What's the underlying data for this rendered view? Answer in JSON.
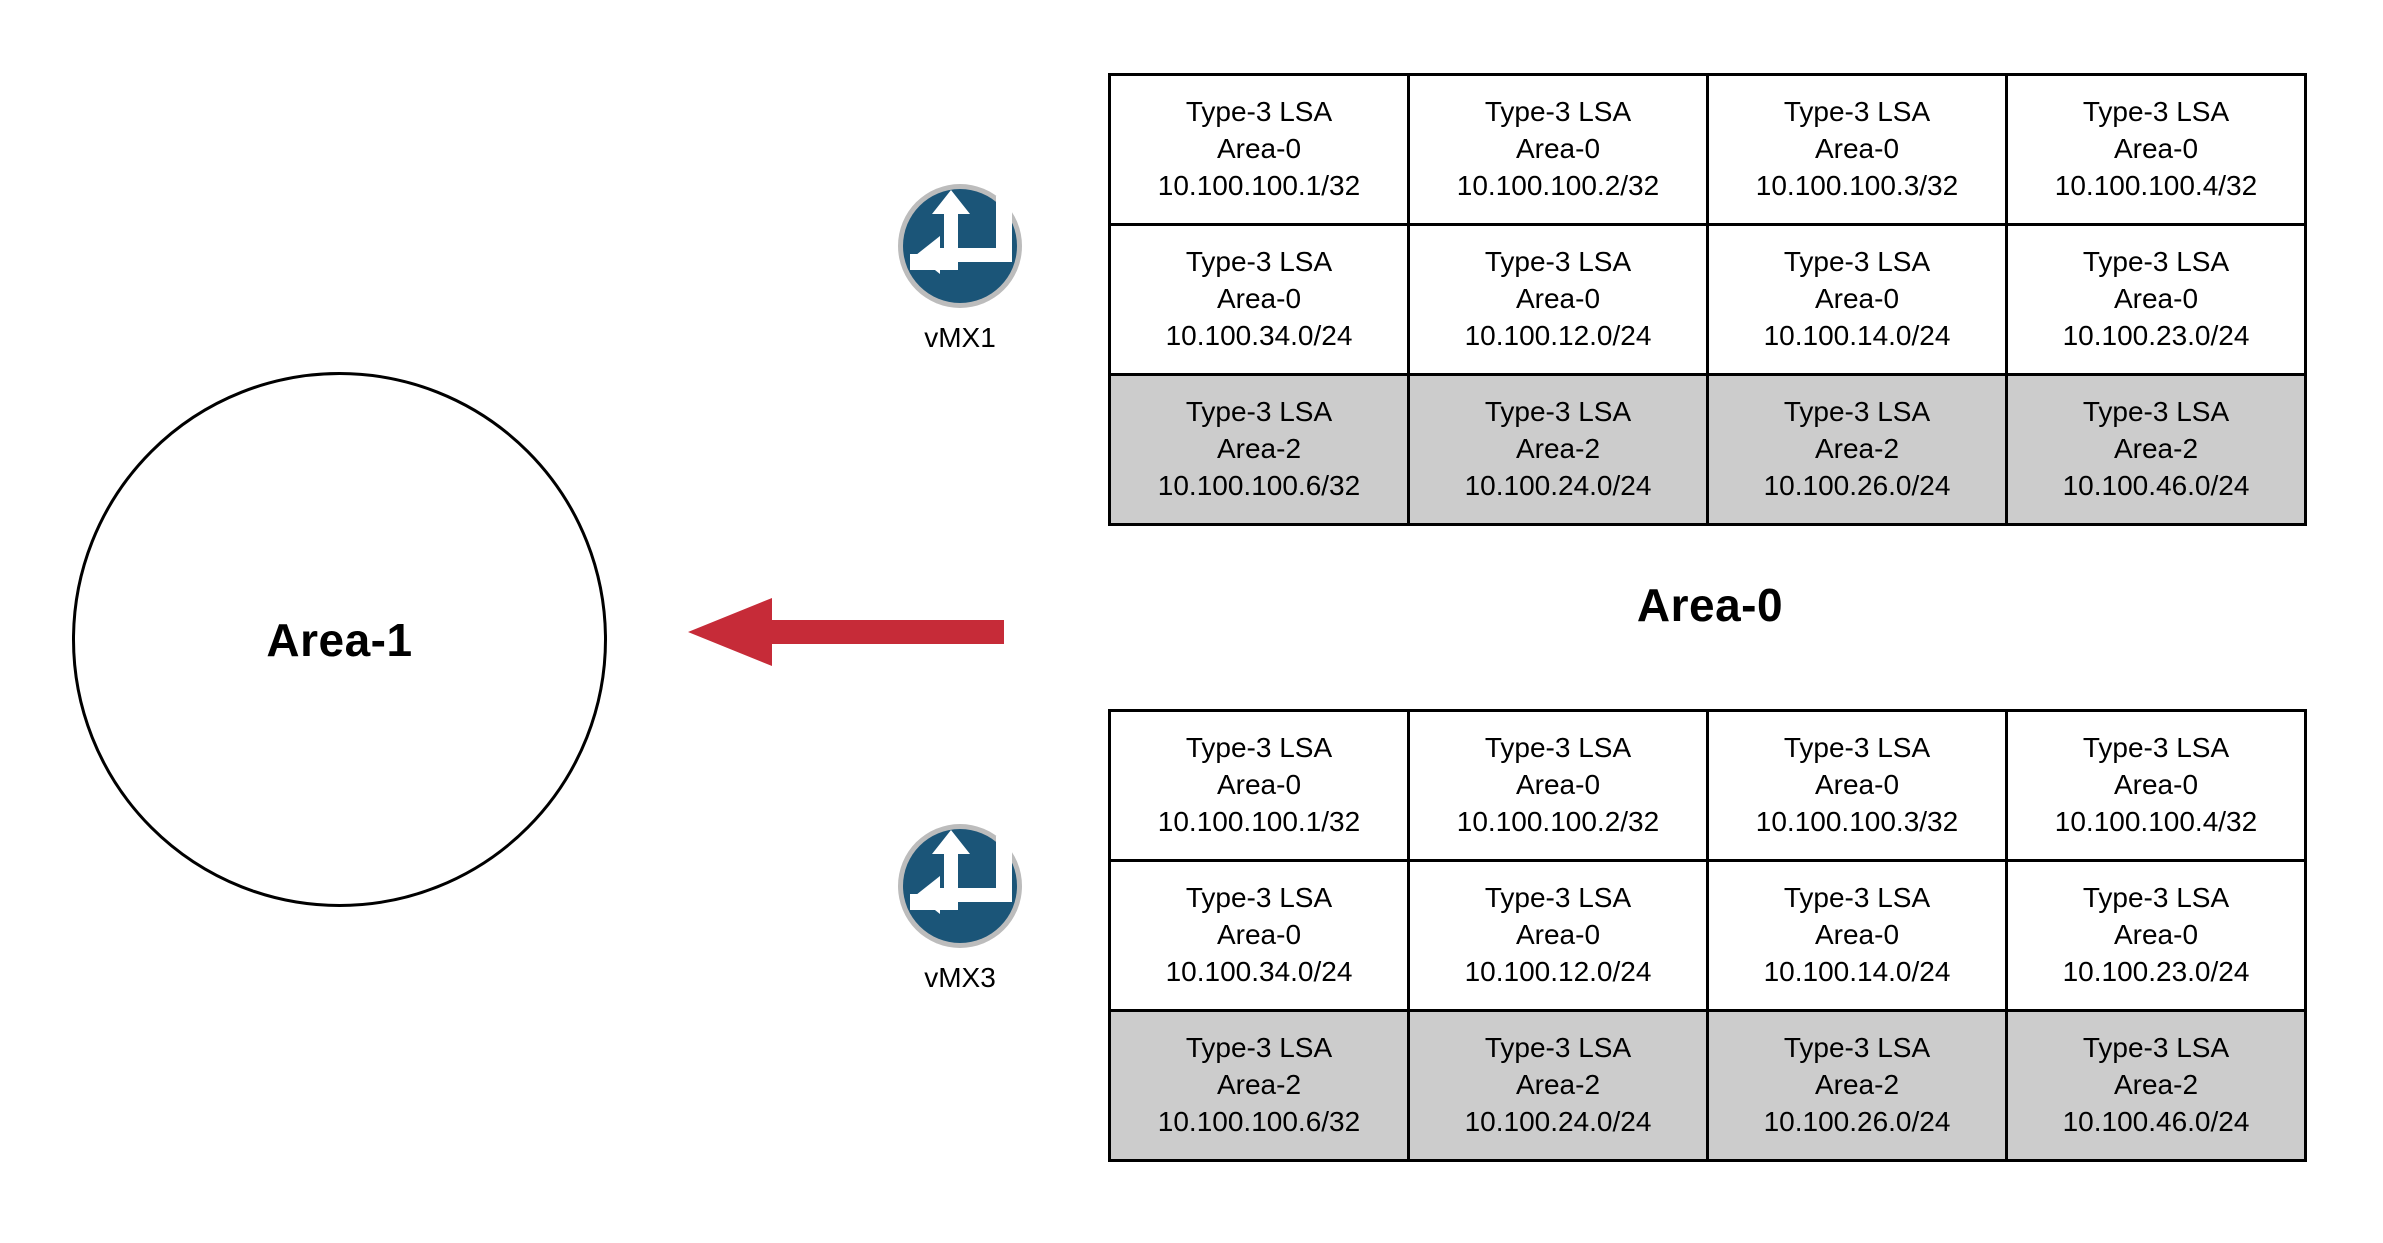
{
  "diagram": {
    "title_area_backbone": "Area-0",
    "area_circle": {
      "label": "Area-1",
      "name": "area-1-circle"
    },
    "arrow": {
      "name": "lsa-flow-arrow",
      "direction": "left",
      "color": "#c62b38"
    },
    "colors": {
      "router_fill": "#1b5578",
      "router_ring": "#bcbcbc",
      "router_arrow": "#ffffff",
      "shaded_row": "#cccccc",
      "border": "#000000",
      "arrow_red": "#c62b38"
    }
  },
  "routers": [
    {
      "id": "vmx1",
      "label": "vMX1",
      "icon": "router-icon"
    },
    {
      "id": "vmx3",
      "label": "vMX3",
      "icon": "router-icon"
    }
  ],
  "lsdb_tables": [
    {
      "owner": "vMX1",
      "rows": [
        {
          "shaded": false,
          "cells": [
            {
              "type": "Type-3 LSA",
              "area": "Area-0",
              "prefix": "10.100.100.1/32"
            },
            {
              "type": "Type-3 LSA",
              "area": "Area-0",
              "prefix": "10.100.100.2/32"
            },
            {
              "type": "Type-3 LSA",
              "area": "Area-0",
              "prefix": "10.100.100.3/32"
            },
            {
              "type": "Type-3 LSA",
              "area": "Area-0",
              "prefix": "10.100.100.4/32"
            }
          ]
        },
        {
          "shaded": false,
          "cells": [
            {
              "type": "Type-3 LSA",
              "area": "Area-0",
              "prefix": "10.100.34.0/24"
            },
            {
              "type": "Type-3 LSA",
              "area": "Area-0",
              "prefix": "10.100.12.0/24"
            },
            {
              "type": "Type-3 LSA",
              "area": "Area-0",
              "prefix": "10.100.14.0/24"
            },
            {
              "type": "Type-3 LSA",
              "area": "Area-0",
              "prefix": "10.100.23.0/24"
            }
          ]
        },
        {
          "shaded": true,
          "cells": [
            {
              "type": "Type-3 LSA",
              "area": "Area-2",
              "prefix": "10.100.100.6/32"
            },
            {
              "type": "Type-3 LSA",
              "area": "Area-2",
              "prefix": "10.100.24.0/24"
            },
            {
              "type": "Type-3 LSA",
              "area": "Area-2",
              "prefix": "10.100.26.0/24"
            },
            {
              "type": "Type-3 LSA",
              "area": "Area-2",
              "prefix": "10.100.46.0/24"
            }
          ]
        }
      ]
    },
    {
      "owner": "vMX3",
      "rows": [
        {
          "shaded": false,
          "cells": [
            {
              "type": "Type-3 LSA",
              "area": "Area-0",
              "prefix": "10.100.100.1/32"
            },
            {
              "type": "Type-3 LSA",
              "area": "Area-0",
              "prefix": "10.100.100.2/32"
            },
            {
              "type": "Type-3 LSA",
              "area": "Area-0",
              "prefix": "10.100.100.3/32"
            },
            {
              "type": "Type-3 LSA",
              "area": "Area-0",
              "prefix": "10.100.100.4/32"
            }
          ]
        },
        {
          "shaded": false,
          "cells": [
            {
              "type": "Type-3 LSA",
              "area": "Area-0",
              "prefix": "10.100.34.0/24"
            },
            {
              "type": "Type-3 LSA",
              "area": "Area-0",
              "prefix": "10.100.12.0/24"
            },
            {
              "type": "Type-3 LSA",
              "area": "Area-0",
              "prefix": "10.100.14.0/24"
            },
            {
              "type": "Type-3 LSA",
              "area": "Area-0",
              "prefix": "10.100.23.0/24"
            }
          ]
        },
        {
          "shaded": true,
          "cells": [
            {
              "type": "Type-3 LSA",
              "area": "Area-2",
              "prefix": "10.100.100.6/32"
            },
            {
              "type": "Type-3 LSA",
              "area": "Area-2",
              "prefix": "10.100.24.0/24"
            },
            {
              "type": "Type-3 LSA",
              "area": "Area-2",
              "prefix": "10.100.26.0/24"
            },
            {
              "type": "Type-3 LSA",
              "area": "Area-2",
              "prefix": "10.100.46.0/24"
            }
          ]
        }
      ]
    }
  ]
}
